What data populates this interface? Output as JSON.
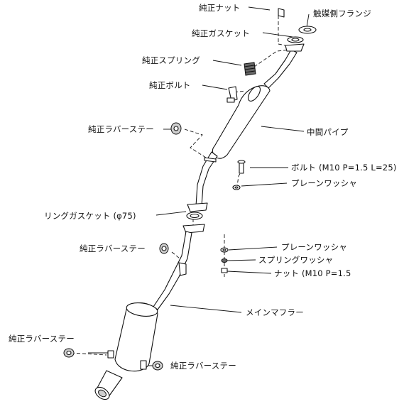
{
  "labels": {
    "oem_nut": "純正ナット",
    "catalyst_flange": "触媒側フランジ",
    "oem_gasket": "純正ガスケット",
    "oem_spring": "純正スプリング",
    "oem_bolt": "純正ボルト",
    "oem_rubber_stay_1": "純正ラバーステー",
    "center_pipe": "中間パイプ",
    "bolt_m10": "ボルト (M10 P=1.5 L=25)",
    "plain_washer_1": "プレーンワッシャ",
    "ring_gasket": "リングガスケット (φ75)",
    "oem_rubber_stay_2": "純正ラバーステー",
    "plain_washer_2": "プレーンワッシャ",
    "spring_washer": "スプリングワッシャ",
    "nut_m10": "ナット (M10 P=1.5",
    "main_muffler": "メインマフラー",
    "oem_rubber_stay_3": "純正ラバーステー",
    "oem_rubber_stay_4": "純正ラバーステー"
  }
}
